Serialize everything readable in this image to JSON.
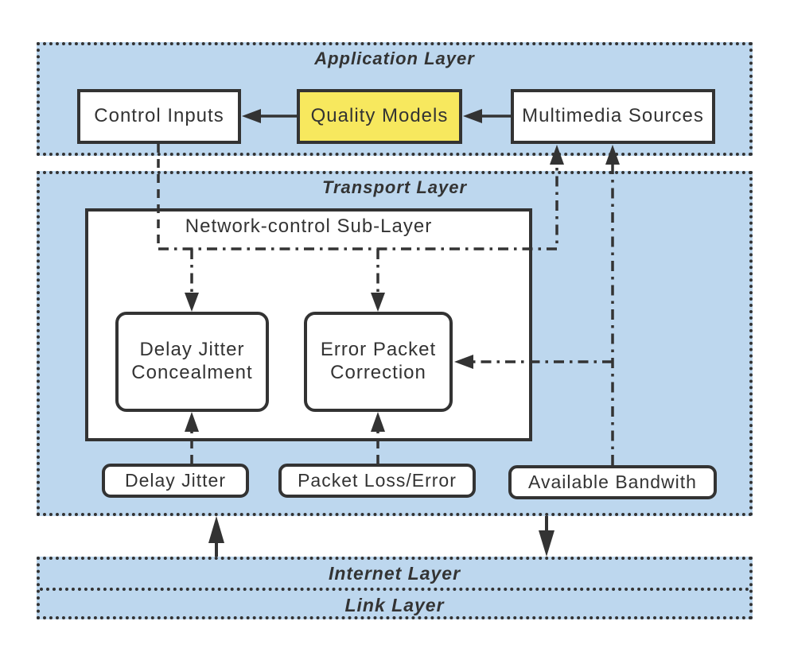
{
  "colors": {
    "layer_fill": "#BDD7EE",
    "highlight_fill": "#F7E85E",
    "box_fill": "#FFFFFF",
    "line": "#333333"
  },
  "layers": {
    "application": {
      "title": "Application Layer"
    },
    "transport": {
      "title": "Transport Layer"
    },
    "internet": {
      "title": "Internet Layer"
    },
    "link": {
      "title": "Link Layer"
    }
  },
  "nodes": {
    "control_inputs": {
      "label": "Control Inputs"
    },
    "quality_models": {
      "label": "Quality Models"
    },
    "multimedia_sources": {
      "label": "Multimedia Sources"
    },
    "network_control_sublayer": {
      "label": "Network-control Sub-Layer"
    },
    "delay_jitter_concealment": {
      "label": "Delay Jitter\nConcealment"
    },
    "error_packet_correction": {
      "label": "Error Packet\nCorrection"
    },
    "delay_jitter": {
      "label": "Delay Jitter"
    },
    "packet_loss_error": {
      "label": "Packet Loss/Error"
    },
    "available_bandwidth": {
      "label": "Available Bandwith"
    }
  },
  "edges": [
    {
      "from": "multimedia_sources",
      "to": "quality_models",
      "style": "solid-arrow"
    },
    {
      "from": "quality_models",
      "to": "control_inputs",
      "style": "solid-arrow"
    },
    {
      "from": "control_inputs",
      "to": "delay_jitter_concealment",
      "style": "dashed/dash-dot-arrow"
    },
    {
      "from": "control_inputs",
      "to": "error_packet_correction",
      "style": "dashed/dash-dot-arrow"
    },
    {
      "from": "network_control_sublayer",
      "to": "multimedia_sources",
      "style": "dash-dot-arrow"
    },
    {
      "from": "available_bandwidth",
      "to": "multimedia_sources",
      "style": "dash-dot-arrow"
    },
    {
      "from": "available_bandwidth",
      "to": "error_packet_correction",
      "style": "dash-dot-arrow"
    },
    {
      "from": "delay_jitter",
      "to": "delay_jitter_concealment",
      "style": "dashed-arrow"
    },
    {
      "from": "packet_loss_error",
      "to": "error_packet_correction",
      "style": "dashed-arrow"
    },
    {
      "from": "internet_layer",
      "to": "transport_layer",
      "style": "solid-arrow"
    },
    {
      "from": "transport_layer",
      "to": "internet_layer",
      "style": "solid-arrow"
    }
  ]
}
